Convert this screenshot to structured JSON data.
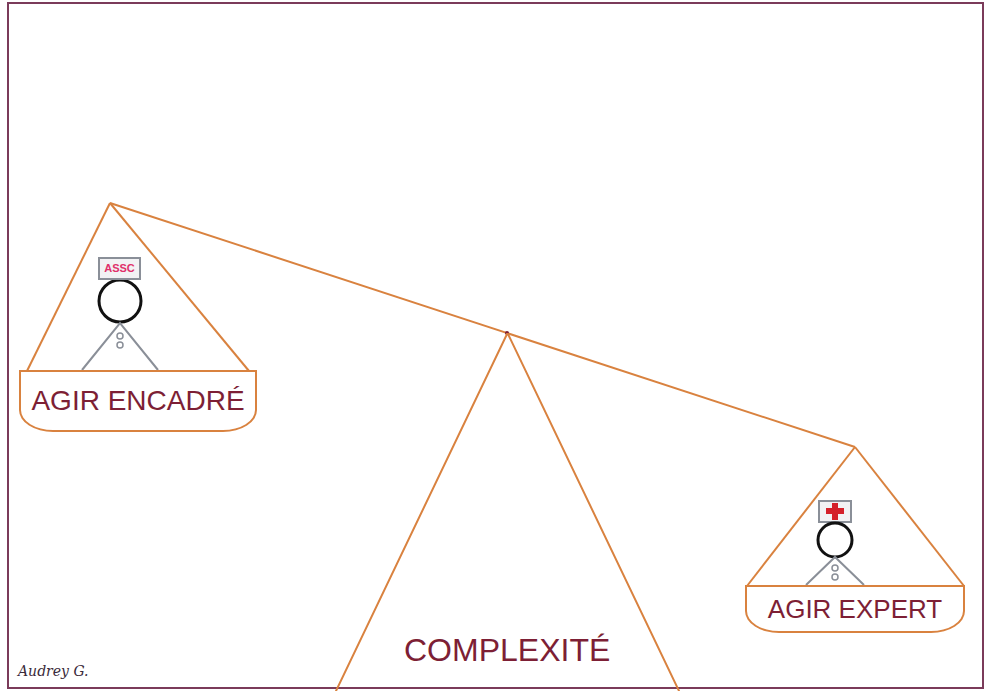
{
  "diagram": {
    "nodes": [
      {
        "text": [
          "AGIR ENCADRÉ"
        ]
      },
      {
        "text": [
          "COMPLEXITÉ"
        ]
      },
      {
        "text": [
          "AGIR EXPERT"
        ]
      }
    ],
    "labels": [
      "ASSC",
      "Audrey G."
    ]
  }
}
